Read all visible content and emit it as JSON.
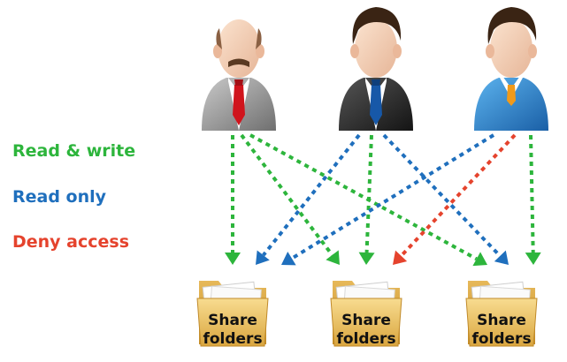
{
  "legend": {
    "read_write": "Read & write",
    "read_only": "Read only",
    "deny_access": "Deny access"
  },
  "colors": {
    "read_write": "#2db53c",
    "read_only": "#1f6fbd",
    "deny_access": "#e5432d"
  },
  "users": [
    {
      "icon": "bald-businessman-icon",
      "suit": "gray",
      "tie": "red"
    },
    {
      "icon": "businessman-icon",
      "suit": "black",
      "tie": "blue"
    },
    {
      "icon": "casual-man-icon",
      "sweater": "blue",
      "tie": "orange"
    }
  ],
  "folders": [
    {
      "icon": "folder-icon",
      "line1": "Share",
      "line2": "folders"
    },
    {
      "icon": "folder-icon",
      "line1": "Share",
      "line2": "folders"
    },
    {
      "icon": "folder-icon",
      "line1": "Share",
      "line2": "folders"
    }
  ],
  "permissions": [
    {
      "user": 1,
      "folder": 1,
      "access": "read_write"
    },
    {
      "user": 1,
      "folder": 2,
      "access": "read_write"
    },
    {
      "user": 1,
      "folder": 3,
      "access": "read_write"
    },
    {
      "user": 2,
      "folder": 1,
      "access": "read_only"
    },
    {
      "user": 2,
      "folder": 2,
      "access": "read_write"
    },
    {
      "user": 2,
      "folder": 3,
      "access": "read_only"
    },
    {
      "user": 3,
      "folder": 1,
      "access": "read_only"
    },
    {
      "user": 3,
      "folder": 2,
      "access": "deny_access"
    },
    {
      "user": 3,
      "folder": 3,
      "access": "read_write"
    }
  ]
}
